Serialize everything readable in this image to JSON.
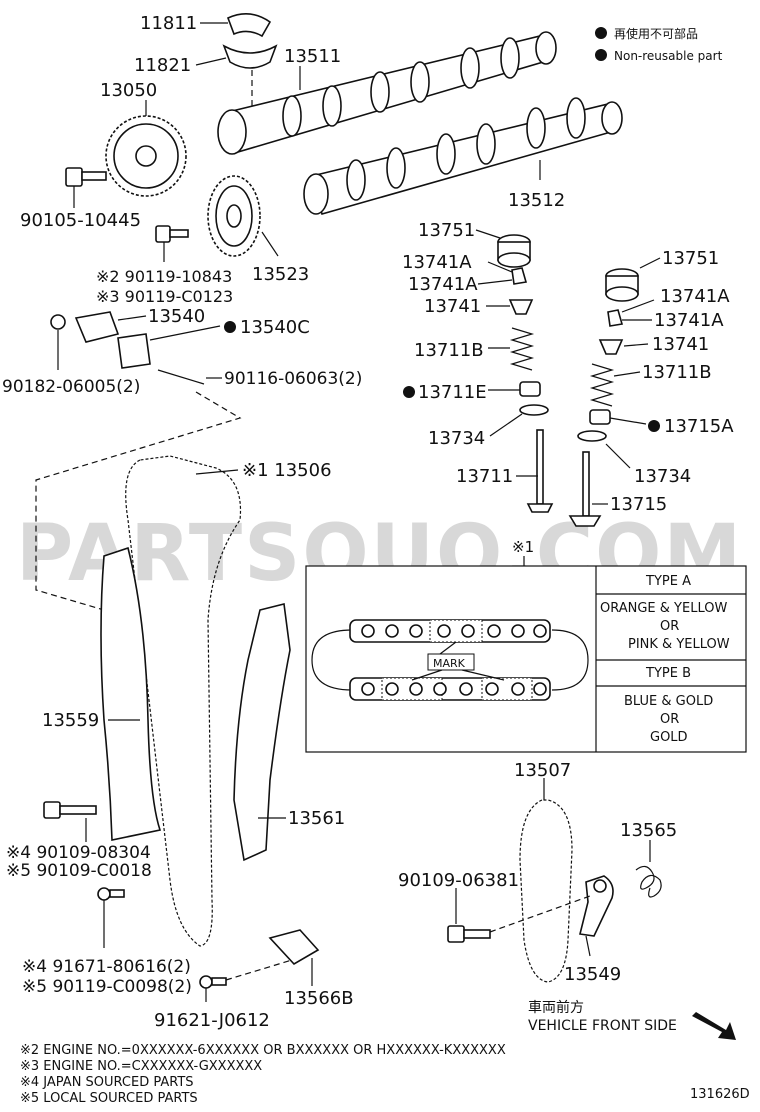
{
  "legend": [
    {
      "text": "再使用不可部品"
    },
    {
      "text": "Non-reusable part"
    }
  ],
  "watermark": "PARTSOUQ.COM",
  "parts": {
    "p11811": "11811",
    "p11821": "11821",
    "p13511": "13511",
    "p13050": "13050",
    "p13512": "13512",
    "p90105": "90105-10445",
    "p13523": "13523",
    "p90119_10843": "※2 90119-10843",
    "p90119_c0123": "※3 90119-C0123",
    "p13540": "13540",
    "p13540c": "13540C",
    "p90182": "90182-06005(2)",
    "p90116": "90116-06063(2)",
    "p13506": "※1 13506",
    "p13751_l": "13751",
    "p13741a_l1": "13741A",
    "p13741a_l2": "13741A",
    "p13741_l": "13741",
    "p13711b_l": "13711B",
    "p13711e": "13711E",
    "p13734_l": "13734",
    "p13711": "13711",
    "p13751_r": "13751",
    "p13741a_r1": "13741A",
    "p13741a_r2": "13741A",
    "p13741_r": "13741",
    "p13711b_r": "13711B",
    "p13715a": "13715A",
    "p13734_r": "13734",
    "p13715": "13715",
    "p13559": "13559",
    "p13561": "13561",
    "p13507": "13507",
    "p13565": "13565",
    "p90109_08304": "※4 90109-08304",
    "p90109_c0018": "※5 90109-C0018",
    "p90109_06381": "90109-06381",
    "p13549": "13549",
    "p91671": "※4 91671-80616(2)",
    "p90119_c0098": "※5 90119-C0098(2)",
    "p13566b": "13566B",
    "p91621": "91621-J0612"
  },
  "inset": {
    "ref": "※1",
    "mark": "MARK",
    "type_a": "TYPE A",
    "type_a_colors": [
      "ORANGE & YELLOW",
      "OR",
      "PINK & YELLOW"
    ],
    "type_b": "TYPE B",
    "type_b_colors": [
      "BLUE & GOLD",
      "OR",
      "GOLD"
    ]
  },
  "direction": {
    "jp": "車両前方",
    "en": "VEHICLE FRONT SIDE"
  },
  "notes": [
    "※2 ENGINE NO.=0XXXXXX-6XXXXXX OR BXXXXXX OR HXXXXXX-KXXXXXX",
    "※3 ENGINE NO.=CXXXXXX-GXXXXXX",
    "※4 JAPAN SOURCED PARTS",
    "※5 LOCAL SOURCED PARTS"
  ],
  "figure_id": "131626D"
}
